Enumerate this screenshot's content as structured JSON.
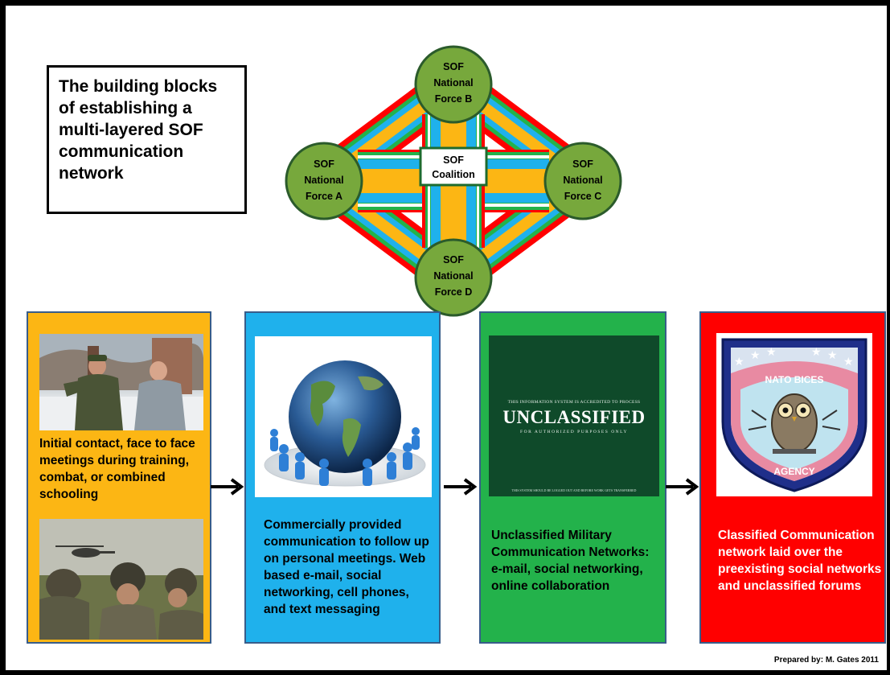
{
  "title": "The building blocks of establishing a multi-layered SOF communication network",
  "nodes": {
    "b": [
      "SOF",
      "National",
      "Force  B"
    ],
    "a": [
      "SOF",
      "National",
      "Force  A"
    ],
    "c": [
      "SOF",
      "National",
      "Force  C"
    ],
    "d": [
      "SOF",
      "National",
      "Force  D"
    ],
    "center": [
      "SOF",
      "Coalition"
    ]
  },
  "panels": [
    {
      "text": "Initial contact, face to face meetings during training, combat, or combined schooling"
    },
    {
      "text": "Commercially provided communication  to follow up on personal meetings. Web based e-mail, social networking, cell phones, and text messaging"
    },
    {
      "text": "Unclassified Military Communication Networks: e-mail, social networking, online collaboration"
    },
    {
      "text": "Classified Communication network laid over the preexisting social networks and unclassified forums"
    }
  ],
  "unclassified_image": {
    "top": "THIS INFORMATION SYSTEM IS ACCREDITED TO PROCESS",
    "main": "UNCLASSIFIED",
    "sub": "FOR AUTHORIZED PURPOSES ONLY",
    "bottom": "THIS SYSTEM SHOULD BE LOGGED OUT AND BEFORE WORK GETS TRANSFERRED"
  },
  "badge": {
    "top": "NATO BICES",
    "bottom": "AGENCY"
  },
  "footer": "Prepared by: M. Gates 2011",
  "colors": {
    "layer_outer": "#ff0000",
    "layer_2": "#23b24b",
    "layer_3": "#1fb1ec",
    "layer_inner": "#fcb614",
    "node_fill": "#77a83c",
    "node_border": "#2b5b2b"
  }
}
